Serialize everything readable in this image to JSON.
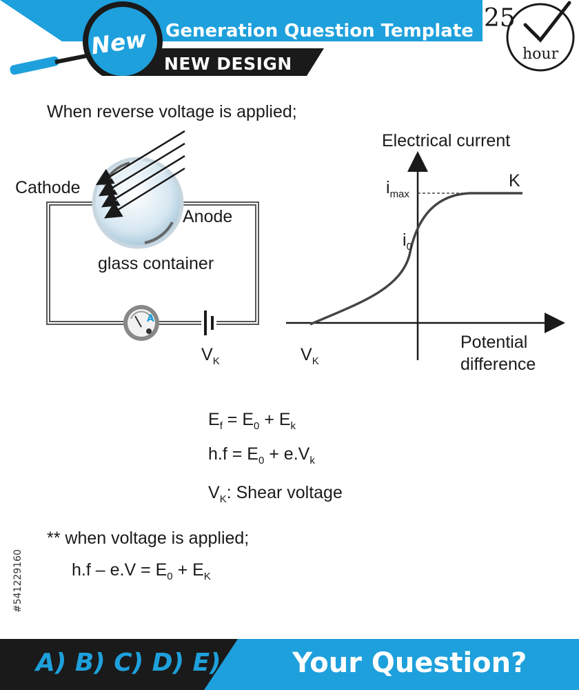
{
  "header": {
    "badge": "New",
    "title": "Generation Question Template",
    "subtitle": "NEW DESIGN",
    "clock_number": "25",
    "clock_unit": "hour"
  },
  "colors": {
    "accent": "#1ea0dc",
    "dark": "#1a1a1a"
  },
  "diagram": {
    "intro": "When reverse voltage is applied;",
    "cathode_label": "Cathode",
    "anode_label": "Anode",
    "container_label": "glass container",
    "meter_letter": "A",
    "battery_label": "V",
    "battery_label_sub": "K"
  },
  "graph": {
    "y_label": "Electrical current",
    "x_label_line1": "Potential",
    "x_label_line2": "difference",
    "imax": "i",
    "imax_sub": "max",
    "i0": "i",
    "i0_sub": "0",
    "k_label": "K",
    "vk": "V",
    "vk_sub": "K"
  },
  "equations": {
    "eq1": {
      "a": "E",
      "a_sub": "f",
      "mid": " = E",
      "mid_sub": "0",
      "end": " + E",
      "end_sub": "k"
    },
    "eq2": {
      "a": "h.f = E",
      "a_sub": "0",
      "mid": " + e.V",
      "mid_sub": "k"
    },
    "eq3": {
      "a": "V",
      "a_sub": "K",
      "rest": ": Shear voltage"
    },
    "note": "** when voltage is applied;",
    "eq4": {
      "a": "h.f – e.V = E",
      "a_sub": "0",
      "mid": " + E",
      "mid_sub": "K"
    }
  },
  "footer": {
    "answers": "A) B) C) D) E)",
    "question": "Your Question?"
  },
  "stock_id": "#541229160"
}
